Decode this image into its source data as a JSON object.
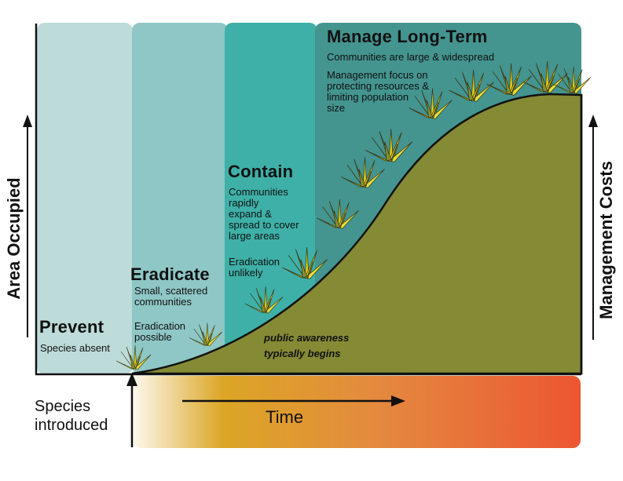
{
  "colors": {
    "prevent": "#bcdbd9",
    "eradicate": "#8ec7c5",
    "contain": "#3eb0a8",
    "manage": "#44948f",
    "curve_fill": "#858a35",
    "grass": "#e2d425",
    "time_gradient": [
      "#fdf8ec",
      "#dca625",
      "#e4893f",
      "#ec5632"
    ]
  },
  "axes": {
    "left_label": "Area Occupied",
    "right_label": "Management Costs",
    "bottom_label": "Time",
    "origin_label_line1": "Species",
    "origin_label_line2": "introduced"
  },
  "phases": {
    "prevent": {
      "title": "Prevent",
      "desc": "Species absent"
    },
    "eradicate": {
      "title": "Eradicate",
      "desc1": "Small, scattered",
      "desc2": "communities",
      "note1": "Eradication",
      "note2": "possible"
    },
    "contain": {
      "title": "Contain",
      "desc": [
        "Communities",
        "rapidly",
        "expand &",
        "spread to cover",
        "large areas"
      ],
      "note1": "Eradication",
      "note2": "unlikely"
    },
    "manage": {
      "title": "Manage Long-Term",
      "desc": "Communities are large & widespread",
      "note": [
        "Management focus on",
        "protecting resources &",
        "limiting population",
        "size"
      ]
    }
  },
  "annotation": {
    "line1": "public awareness",
    "line2": "typically begins"
  },
  "icons": [
    "grass-clump-icon",
    "up-arrow-icon",
    "right-arrow-icon"
  ]
}
